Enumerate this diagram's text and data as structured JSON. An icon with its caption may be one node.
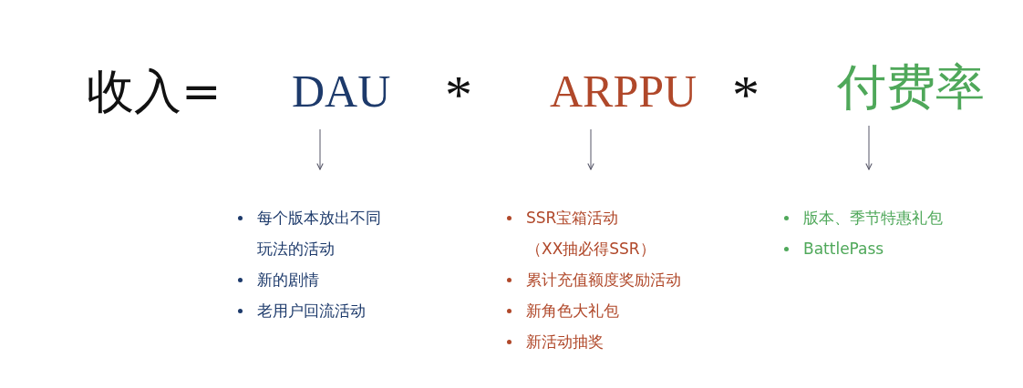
{
  "diagram": {
    "nodes": [
      {
        "text": [
          "DAU"
        ]
      },
      {
        "text": [
          "ARPPU"
        ]
      },
      {
        "text": [
          "付费率"
        ]
      },
      {
        "text": [
          "每个版本放出不同玩法的活动",
          "新的剧情",
          "老用户回流活动"
        ]
      },
      {
        "text": [
          "SSR宝箱活动（XX抽必得SSR）",
          "累计充值额度奖励活动",
          "新角色大礼包",
          "新活动抽奖"
        ]
      },
      {
        "text": [
          "版本、季节特惠礼包",
          "BattlePass"
        ]
      }
    ],
    "edges": [
      {
        "from": 0,
        "to": 3,
        "arrow": "to"
      },
      {
        "from": 1,
        "to": 4,
        "arrow": "to"
      },
      {
        "from": 2,
        "to": 5,
        "arrow": "to"
      }
    ],
    "labels": [
      "收入=",
      "*",
      "*"
    ]
  }
}
